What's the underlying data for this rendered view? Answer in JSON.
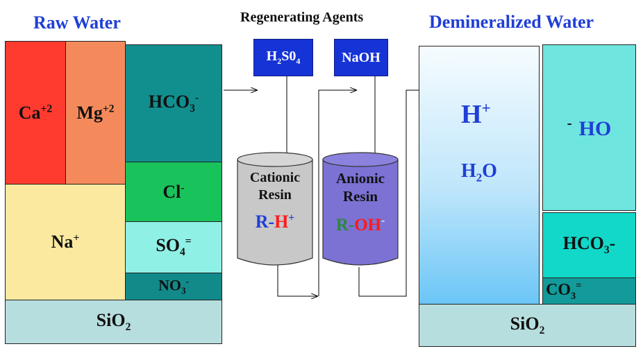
{
  "titles": {
    "raw_water": "Raw Water",
    "regenerating_agents": "Regenerating Agents",
    "demineralized_water": "Demineralized Water"
  },
  "raw_water": {
    "ca": {
      "base": "Ca",
      "sup": "+2"
    },
    "mg": {
      "base": "Mg",
      "sup": "+2"
    },
    "hco3": {
      "base": "HCO",
      "sub": "3",
      "sup": "-"
    },
    "cl": {
      "base": "Cl",
      "sup": "-"
    },
    "na": {
      "base": "Na",
      "sup": "+"
    },
    "so4": {
      "base": "SO",
      "sub": "4",
      "sup": "="
    },
    "no3": {
      "base": "NO",
      "sub": "3",
      "sup": "-"
    },
    "sio2": {
      "base": "SiO",
      "sub": "2"
    }
  },
  "agents": {
    "acid": {
      "pre": "H",
      "sub": "2",
      "post": "S0",
      "sub2": "4"
    },
    "base": "NaOH"
  },
  "resins": {
    "cationic": {
      "line1": "Cationic",
      "line2": "Resin",
      "formula_r": "R-",
      "formula_ion": "H",
      "formula_sup": "+"
    },
    "anionic": {
      "line1": "Anionic",
      "line2": "Resin",
      "formula_r": "R-",
      "formula_ion": "OH",
      "formula_sup": "-"
    }
  },
  "demineralized": {
    "h": {
      "base": "H",
      "sup": "+"
    },
    "h2o": {
      "pre": "H",
      "sub": "2",
      "post": "O"
    },
    "ho": {
      "sign": "-",
      "base": "HO"
    },
    "hco3": {
      "base": "HCO",
      "sub": "3",
      "post": "-"
    },
    "co3": {
      "base": "CO",
      "sub": "3",
      "sup": "="
    },
    "sio2": {
      "base": "SiO",
      "sub": "2"
    }
  },
  "colors": {
    "ca": "#ff3b30",
    "mg": "#f48a5c",
    "hco3": "#118f8f",
    "cl": "#19c35c",
    "na": "#fbe9a0",
    "so4": "#8ff0e6",
    "no3": "#128a8a",
    "sio2": "#b7dede",
    "title": "#1f3fd6",
    "agent": "#1633d6",
    "cation_tank": "#c8c8c8",
    "anion_tank": "#7b72d4",
    "ho_box": "#6fe5df",
    "hco3_out": "#11d8c8",
    "co3_out": "#139a9a"
  }
}
